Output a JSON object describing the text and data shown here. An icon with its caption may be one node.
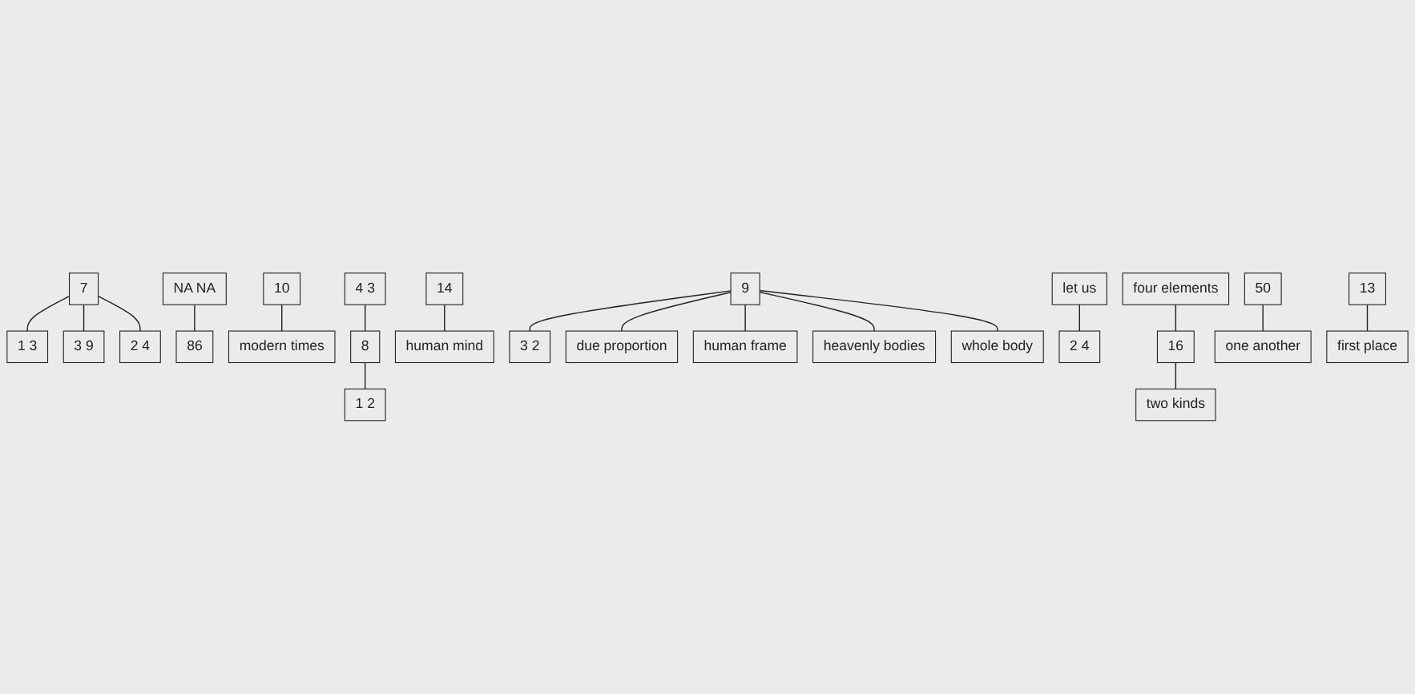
{
  "diagram": {
    "nodes": [
      {
        "text": [
          "1 3"
        ]
      },
      {
        "text": [
          "7"
        ]
      },
      {
        "text": [
          "3 9"
        ]
      },
      {
        "text": [
          "2 4"
        ]
      },
      {
        "text": [
          "NA NA"
        ]
      },
      {
        "text": [
          "86"
        ]
      },
      {
        "text": [
          "modern times"
        ]
      },
      {
        "text": [
          "10"
        ]
      },
      {
        "text": [
          "4 3"
        ]
      },
      {
        "text": [
          "8"
        ]
      },
      {
        "text": [
          "1 2"
        ]
      },
      {
        "text": [
          "human mind"
        ]
      },
      {
        "text": [
          "14"
        ]
      },
      {
        "text": [
          "3 2"
        ]
      },
      {
        "text": [
          "due proportion"
        ]
      },
      {
        "text": [
          "9"
        ]
      },
      {
        "text": [
          "human frame"
        ]
      },
      {
        "text": [
          "heavenly bodies"
        ]
      },
      {
        "text": [
          "whole body"
        ]
      },
      {
        "text": [
          "2 4"
        ]
      },
      {
        "text": [
          "let us"
        ]
      },
      {
        "text": [
          "four elements"
        ]
      },
      {
        "text": [
          "50"
        ]
      },
      {
        "text": [
          "16"
        ]
      },
      {
        "text": [
          "one another"
        ]
      },
      {
        "text": [
          "two kinds"
        ]
      },
      {
        "text": [
          "first place"
        ]
      },
      {
        "text": [
          "13"
        ]
      }
    ],
    "edges": [
      {
        "from": 1,
        "to": 0,
        "arrow": "none"
      },
      {
        "from": 1,
        "to": 2,
        "arrow": "none"
      },
      {
        "from": 1,
        "to": 3,
        "arrow": "none"
      },
      {
        "from": 4,
        "to": 5,
        "arrow": "none"
      },
      {
        "from": 7,
        "to": 6,
        "arrow": "none"
      },
      {
        "from": 8,
        "to": 9,
        "arrow": "none"
      },
      {
        "from": 9,
        "to": 10,
        "arrow": "none"
      },
      {
        "from": 12,
        "to": 11,
        "arrow": "none"
      },
      {
        "from": 15,
        "to": 13,
        "arrow": "none"
      },
      {
        "from": 15,
        "to": 14,
        "arrow": "none"
      },
      {
        "from": 15,
        "to": 16,
        "arrow": "none"
      },
      {
        "from": 15,
        "to": 17,
        "arrow": "none"
      },
      {
        "from": 15,
        "to": 18,
        "arrow": "none"
      },
      {
        "from": 20,
        "to": 19,
        "arrow": "none"
      },
      {
        "from": 21,
        "to": 23,
        "arrow": "none"
      },
      {
        "from": 23,
        "to": 25,
        "arrow": "none"
      },
      {
        "from": 22,
        "to": 24,
        "arrow": "none"
      },
      {
        "from": 27,
        "to": 26,
        "arrow": "none"
      }
    ]
  }
}
